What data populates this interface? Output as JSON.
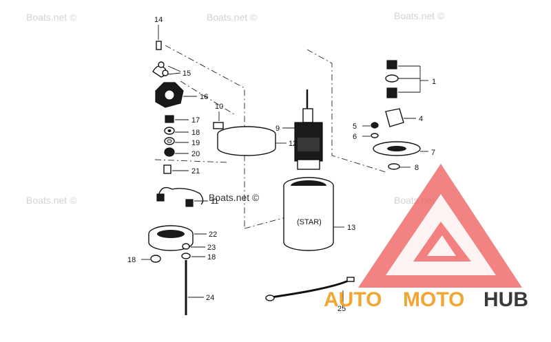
{
  "watermark": "Boats.net ©",
  "logo": {
    "text_a": "AUTO",
    "text_b": "MOTO",
    "text_c": "HUB",
    "color_a": "#f2a531",
    "color_b": "#f2a531",
    "color_c": "#3a3a3a",
    "mark_color": "#ee5a5a"
  },
  "shell_label": "(STAR)",
  "callouts": [
    "1",
    "4",
    "5",
    "6",
    "7",
    "8",
    "9",
    "10",
    "12",
    "13",
    "14",
    "15",
    "16",
    "17",
    "18",
    "19",
    "20",
    "21",
    "11",
    "22",
    "23",
    "18",
    "18",
    "24",
    "25"
  ]
}
